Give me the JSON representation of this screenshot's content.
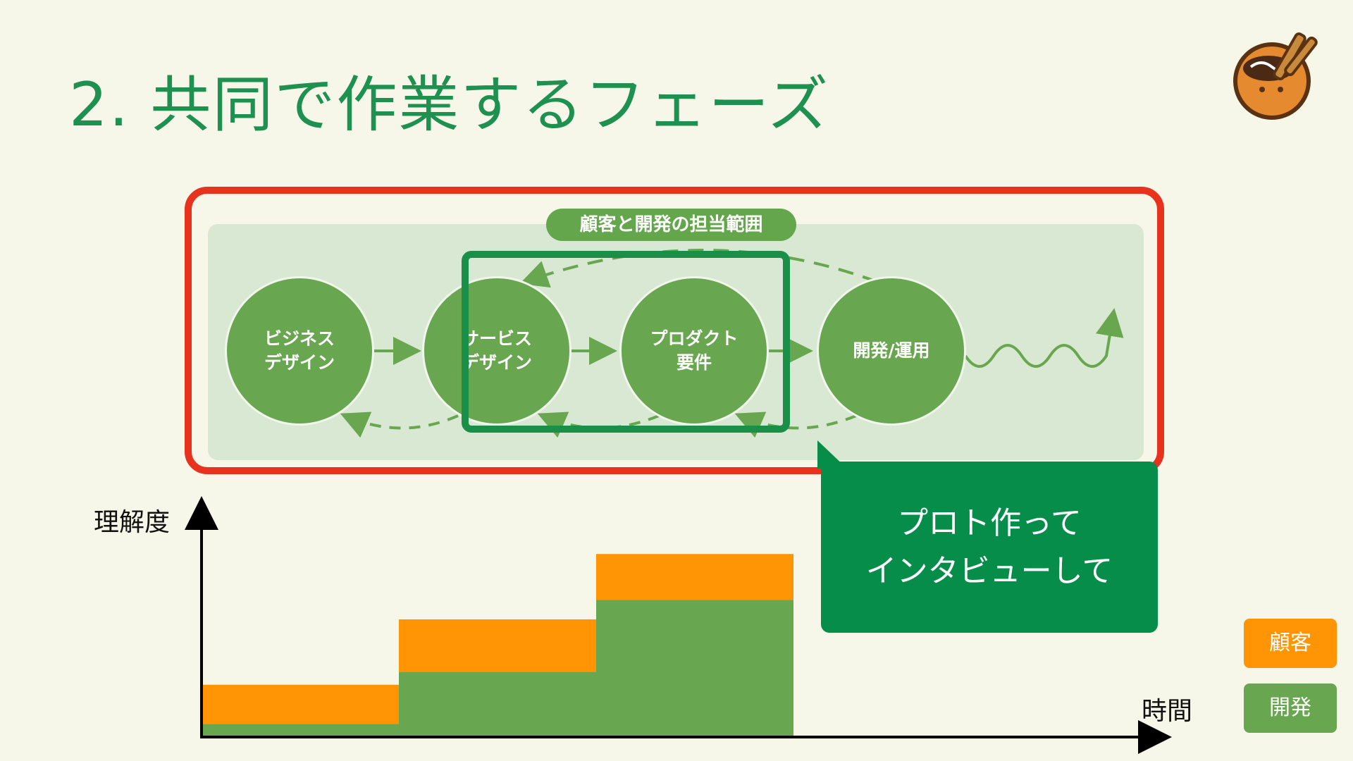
{
  "title": "2. 共同で作業するフェーズ",
  "panel_tag": "顧客と開発の担当範囲",
  "phases": [
    {
      "label": "ビジネス\nデザイン"
    },
    {
      "label": "サービス\nデザイン"
    },
    {
      "label": "プロダクト\n要件"
    },
    {
      "label": "開発/運用"
    }
  ],
  "callout": "プロト作って\nインタビューして",
  "chart_data": {
    "type": "bar",
    "stacked": true,
    "ylabel": "理解度",
    "xlabel": "時間",
    "categories": [
      "",
      "",
      ""
    ],
    "series": [
      {
        "name": "開発",
        "color": "#69a650",
        "values": [
          1,
          5,
          10.5
        ]
      },
      {
        "name": "顧客",
        "color": "#ff9505",
        "values": [
          3,
          4,
          3.5
        ]
      }
    ],
    "ylim": [
      0,
      18
    ]
  },
  "legend": [
    {
      "label": "顧客",
      "color": "#ff9505"
    },
    {
      "label": "開発",
      "color": "#69a650"
    }
  ],
  "colors": {
    "title": "#1e9150",
    "frame_red": "#e8321e",
    "frame_green": "#1a8f48",
    "callout": "#078d4a"
  }
}
